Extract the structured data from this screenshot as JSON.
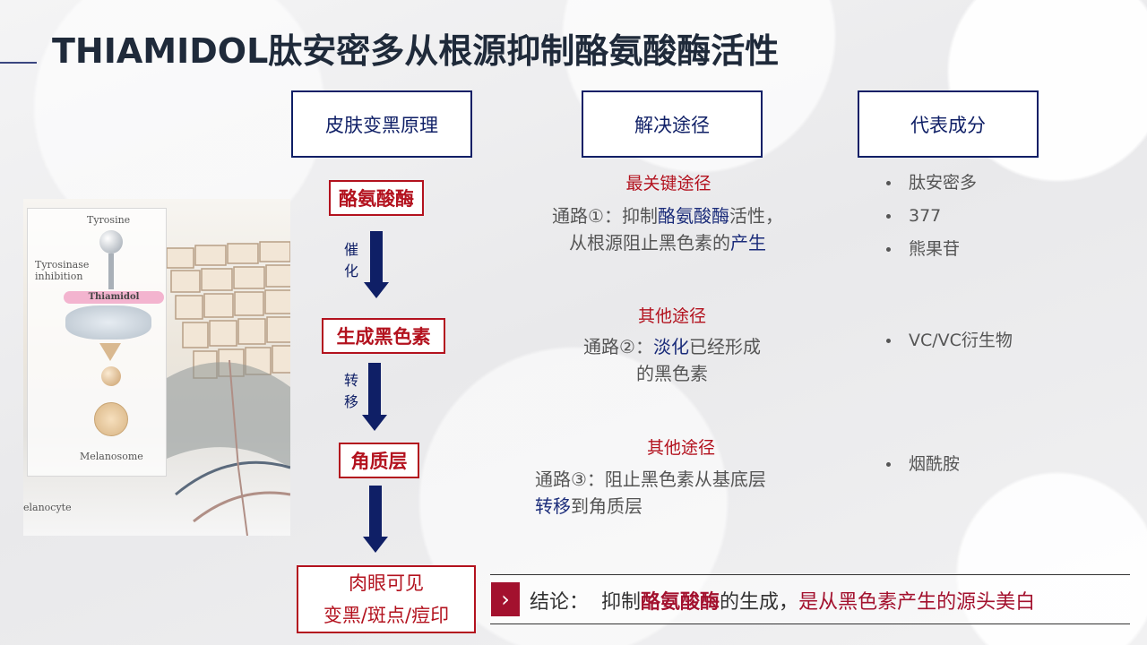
{
  "title": "THIAMIDOL肽安密多从根源抑制酪氨酸酶活性",
  "columns": {
    "mechanism": "皮肤变黑原理",
    "solution": "解决途径",
    "ingredients": "代表成分"
  },
  "flow": {
    "step1": "酪氨酸酶",
    "arrow1_label_1": "催",
    "arrow1_label_2": "化",
    "step2": "生成黑色素",
    "arrow2_label_1": "转",
    "arrow2_label_2": "移",
    "step3": "角质层",
    "step4_line1": "肉眼可见",
    "step4_line2": "变黑/斑点/痘印"
  },
  "routes": [
    {
      "heading": "最关键途径",
      "line1_a": "通路①：抑制",
      "line1_hl": "酪氨酸酶",
      "line1_b": "活性，",
      "line2_a": "从根源阻止黑色素的",
      "line2_hl": "产生"
    },
    {
      "heading": "其他途径",
      "line1_a": "通路②：",
      "line1_hl": "淡化",
      "line1_b": "已经形成",
      "line2_a": "的黑色素"
    },
    {
      "heading": "其他途径",
      "line1_a": "通路③：阻止黑色素从基底层",
      "line2_hl": "转移",
      "line2_a": "到角质层"
    }
  ],
  "ingredients": {
    "group1": [
      "肽安密多",
      "377",
      "熊果苷"
    ],
    "group2": [
      "VC/VC衍生物"
    ],
    "group3": [
      "烟酰胺"
    ]
  },
  "illustration": {
    "tyrosine": "Tyrosine",
    "inhibition_1": "Tyrosinase",
    "inhibition_2": "inhibition",
    "thiamidol": "Thiamidol",
    "melanosome": "Melanosome",
    "melanocyte": "elanocyte"
  },
  "conclusion": {
    "icon": "›",
    "label": "结论：",
    "part1": "抑制",
    "hl1": "酪氨酸酶",
    "part2": "的生成，",
    "hl2": "是从黑色素产生的源头美白"
  },
  "colors": {
    "navy": "#0f1f66",
    "red": "#b3121e",
    "crimson": "#a3112e"
  }
}
